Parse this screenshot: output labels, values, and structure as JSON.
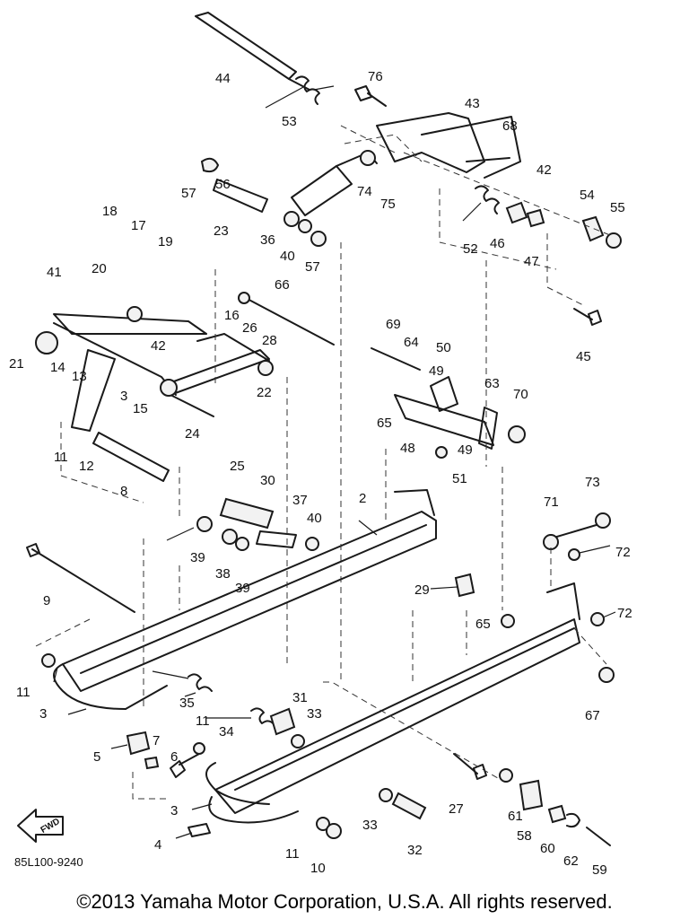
{
  "diagram": {
    "part_labels": [
      "44",
      "53",
      "76",
      "43",
      "68",
      "42",
      "57",
      "56",
      "74",
      "75",
      "36",
      "40",
      "57",
      "52",
      "46",
      "54",
      "55",
      "47",
      "18",
      "17",
      "19",
      "23",
      "41",
      "20",
      "66",
      "16",
      "26",
      "28",
      "21",
      "42",
      "14",
      "13",
      "3",
      "15",
      "22",
      "24",
      "25",
      "11",
      "12",
      "8",
      "69",
      "64",
      "50",
      "49",
      "63",
      "70",
      "65",
      "48",
      "49",
      "51",
      "45",
      "30",
      "37",
      "40",
      "2",
      "39",
      "38",
      "39",
      "9",
      "71",
      "73",
      "72",
      "29",
      "65",
      "72",
      "11",
      "3",
      "35",
      "67",
      "31",
      "11",
      "33",
      "34",
      "5",
      "7",
      "6",
      "27",
      "61",
      "3",
      "33",
      "58",
      "60",
      "62",
      "59",
      "4",
      "11",
      "10",
      "32"
    ],
    "diagram_code": "85L100-9240",
    "fwd_icon_text": "FWD"
  },
  "footer": {
    "copyright": "©2013 Yamaha Motor Corporation, U.S.A. All rights reserved."
  }
}
